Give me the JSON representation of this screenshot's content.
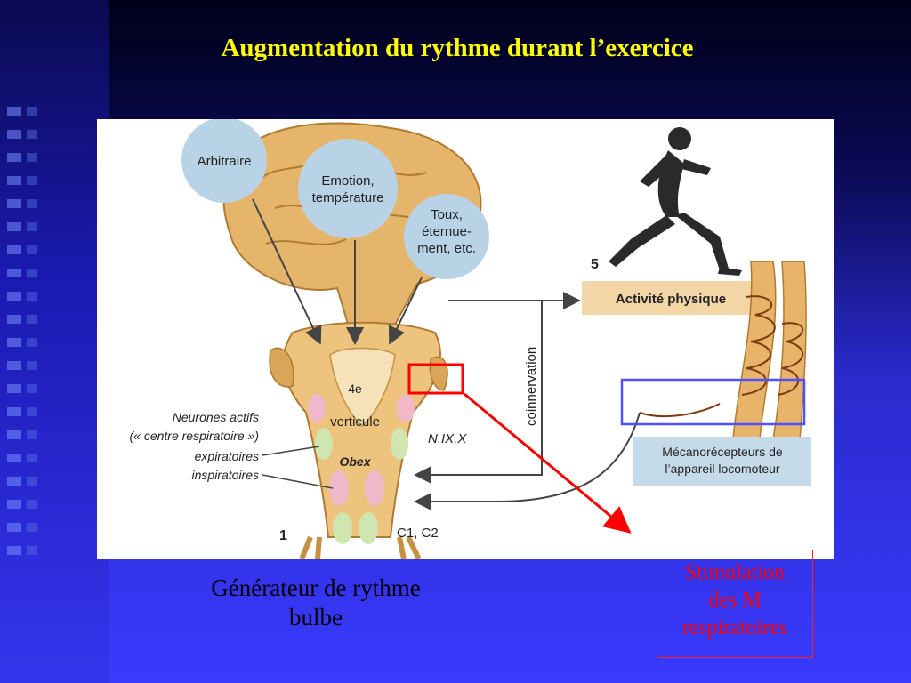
{
  "slide": {
    "title": "Augmentation du rythme durant l’exercice",
    "caption": {
      "line1": "Générateur de rythme",
      "line2": "bulbe"
    },
    "stimulation": {
      "line1": "Stimulation",
      "line2": "des M",
      "line3": "respiratoires"
    }
  },
  "figure": {
    "bubbles": {
      "arbitraire": "Arbitraire",
      "emotion_l1": "Emotion,",
      "emotion_l2": "température",
      "toux_l1": "Toux,",
      "toux_l2": "éternue-",
      "toux_l3": "ment, etc."
    },
    "labels": {
      "ventricule_l1": "4e",
      "ventricule_l2": "verticule",
      "obex": "Obex",
      "nerves": "N.IX,X",
      "cervical": "C1, C2",
      "num1": "1",
      "num5": "5",
      "coinnervation": "coinnervation",
      "neurones_l1": "Neurones actifs",
      "neurones_l2": "(« centre respiratoire »)",
      "neurones_l3": "expiratoires",
      "neurones_l4": "inspiratoires",
      "activite": "Activité physique",
      "meca_l1": "Mécanorécepteurs de",
      "meca_l2": "l’appareil locomoteur"
    }
  },
  "colors": {
    "title": "#ffff00",
    "highlight_red": "#ff0000",
    "highlight_blue": "#5050ff",
    "bubble": "#b9d3e6",
    "label_box": "#f2d6a6",
    "tissue": "#e8b46a"
  }
}
